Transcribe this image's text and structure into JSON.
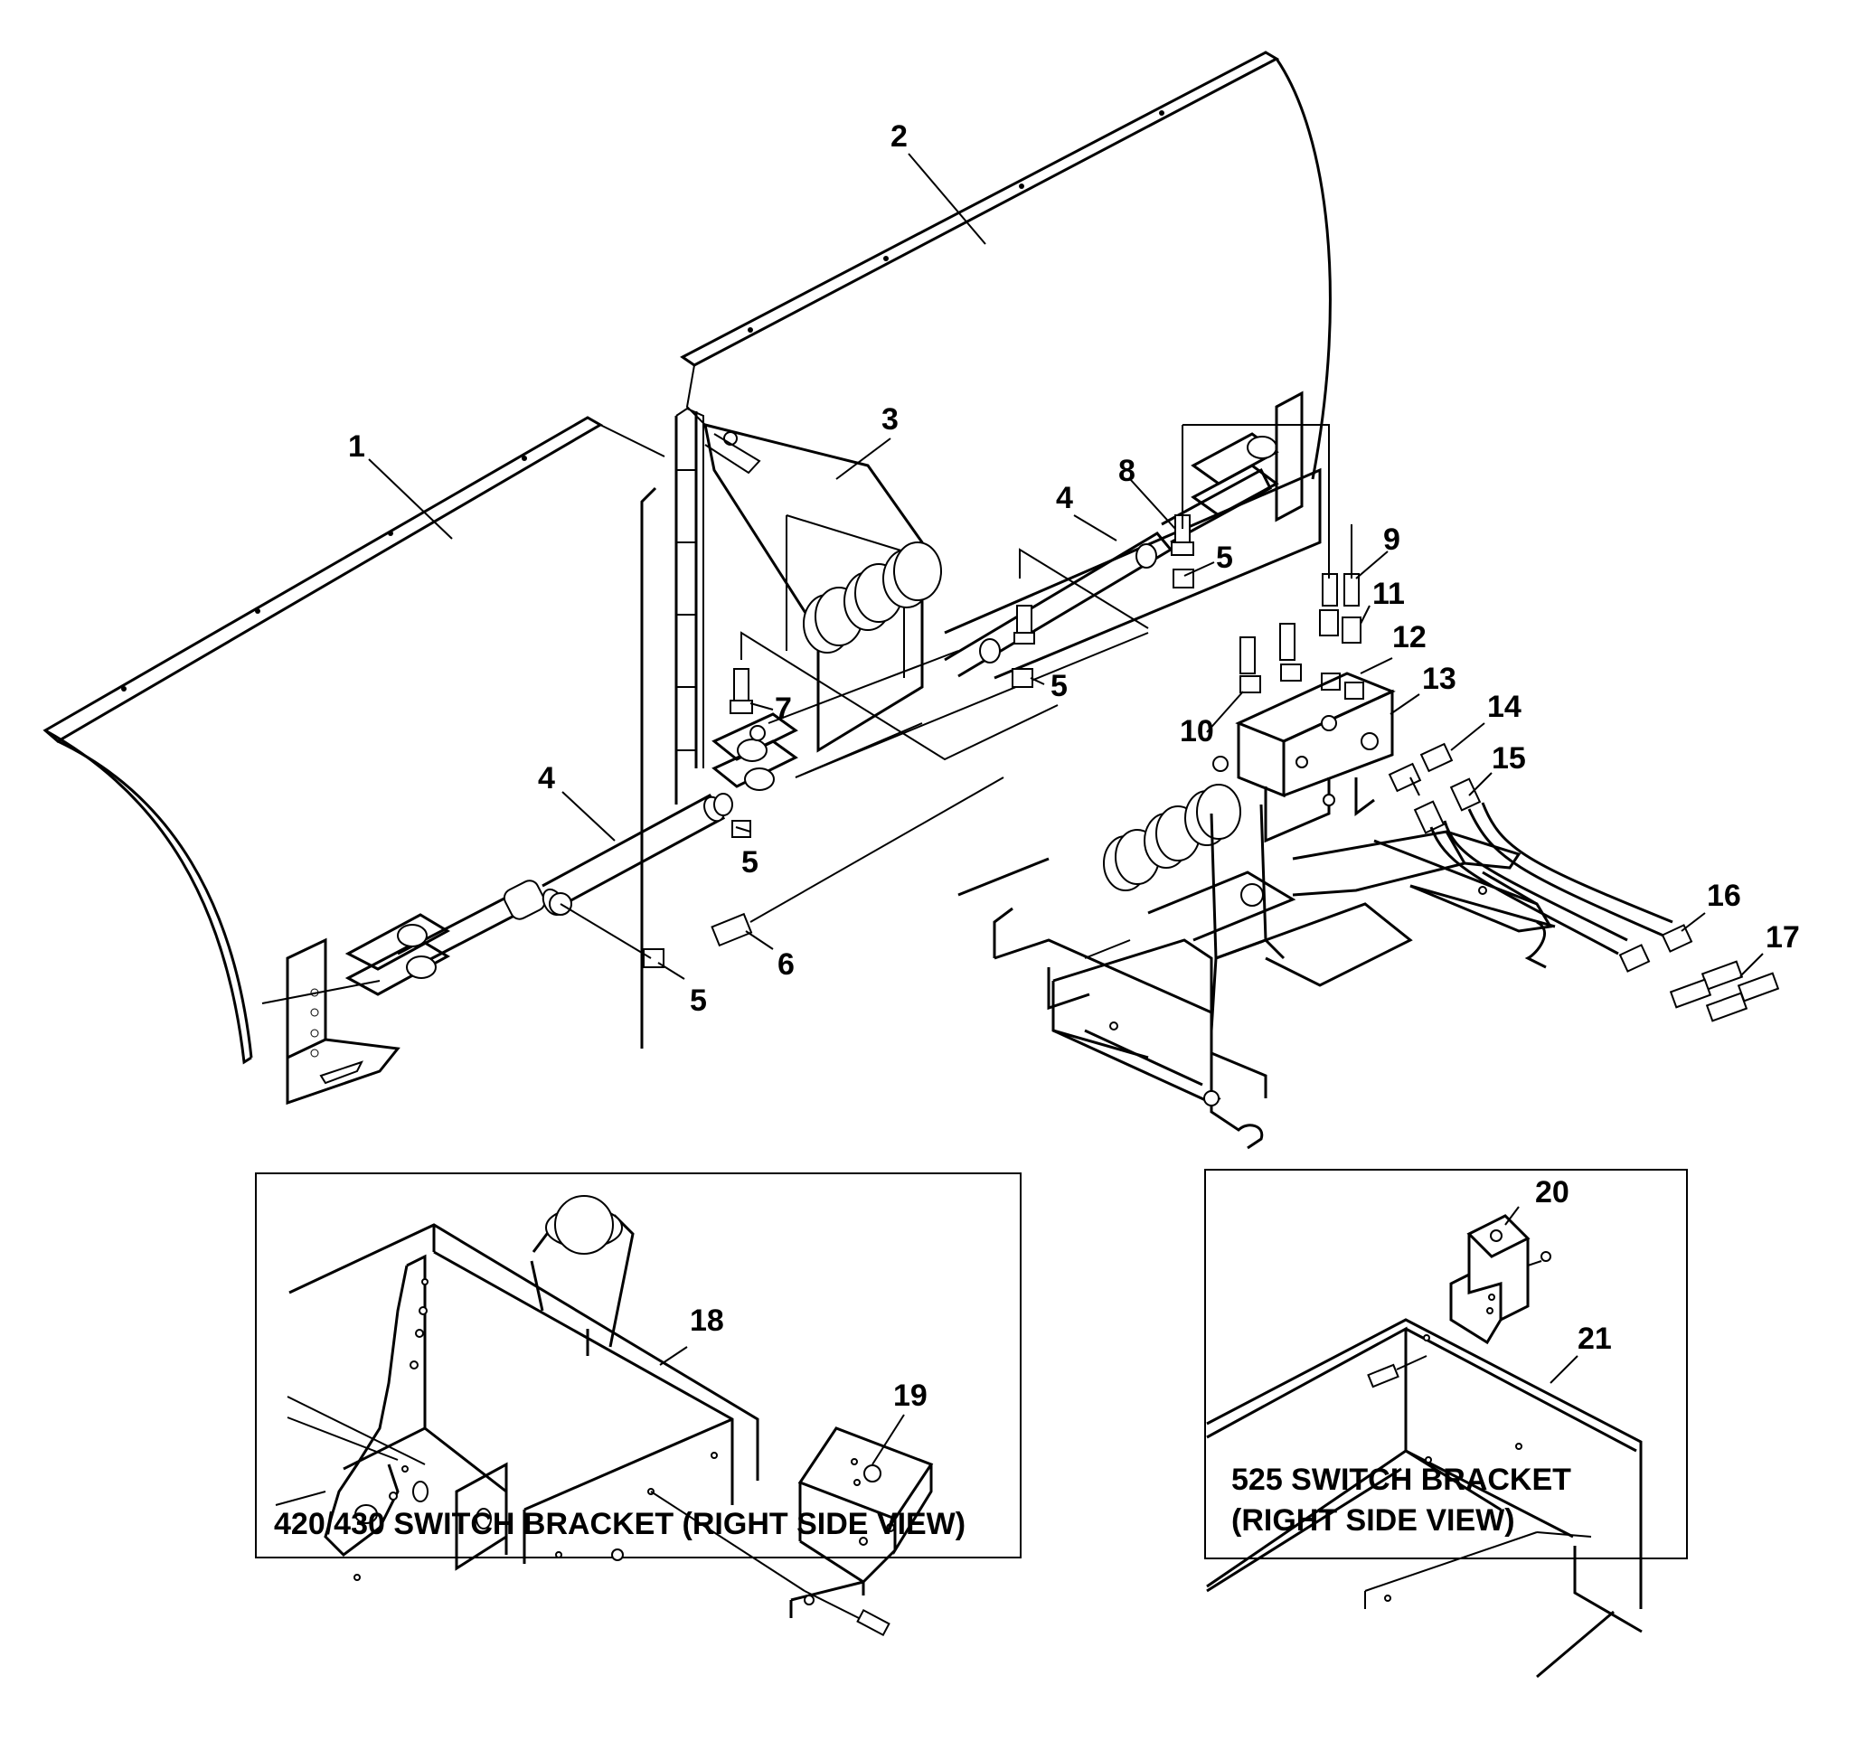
{
  "callouts": {
    "c1": "1",
    "c2": "2",
    "c3": "3",
    "c4a": "4",
    "c4b": "4",
    "c5a": "5",
    "c5b": "5",
    "c5c": "5",
    "c5d": "5",
    "c6": "6",
    "c7": "7",
    "c8": "8",
    "c9": "9",
    "c10": "10",
    "c11": "11",
    "c12": "12",
    "c13": "13",
    "c14": "14",
    "c15": "15",
    "c16": "16",
    "c17": "17",
    "c18": "18",
    "c19": "19",
    "c20": "20",
    "c21": "21"
  },
  "insets": {
    "left_caption": "420/430 SWITCH BRACKET (RIGHT SIDE VIEW)",
    "right_caption_line1": "525 SWITCH BRACKET",
    "right_caption_line2": "(RIGHT SIDE VIEW)"
  }
}
